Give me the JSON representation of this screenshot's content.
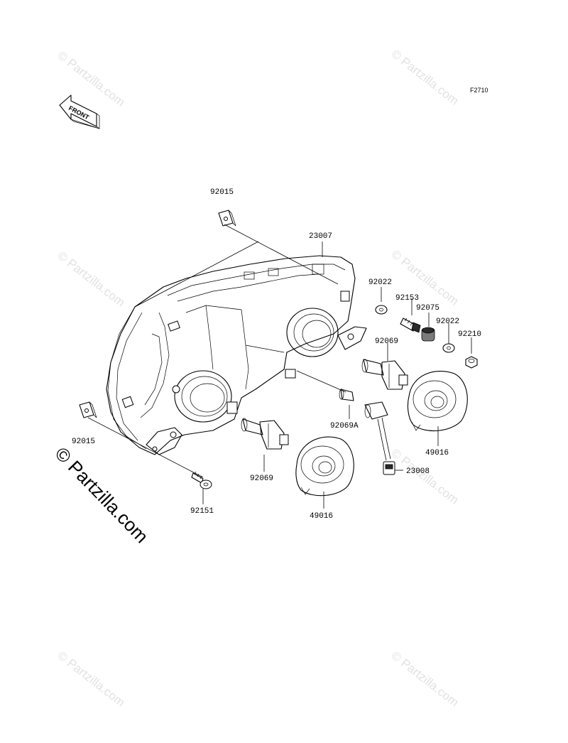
{
  "figure_code": "F2710",
  "front_label": "FRONT",
  "watermark": {
    "text": "© Partzilla.com",
    "text_large": "© Partzilla.com"
  },
  "parts": [
    {
      "id": "p1",
      "number": "92015"
    },
    {
      "id": "p2",
      "number": "23007"
    },
    {
      "id": "p3",
      "number": "92022"
    },
    {
      "id": "p4",
      "number": "92153"
    },
    {
      "id": "p5",
      "number": "92075"
    },
    {
      "id": "p6",
      "number": "92022"
    },
    {
      "id": "p7",
      "number": "92210"
    },
    {
      "id": "p8",
      "number": "92069"
    },
    {
      "id": "p9",
      "number": "92069A"
    },
    {
      "id": "p10",
      "number": "49016"
    },
    {
      "id": "p11",
      "number": "23008"
    },
    {
      "id": "p12",
      "number": "92015"
    },
    {
      "id": "p13",
      "number": "92069"
    },
    {
      "id": "p14",
      "number": "92151"
    },
    {
      "id": "p15",
      "number": "49016"
    }
  ],
  "colors": {
    "watermark": "#e2e2e2",
    "line": "#000000",
    "background": "#ffffff"
  }
}
